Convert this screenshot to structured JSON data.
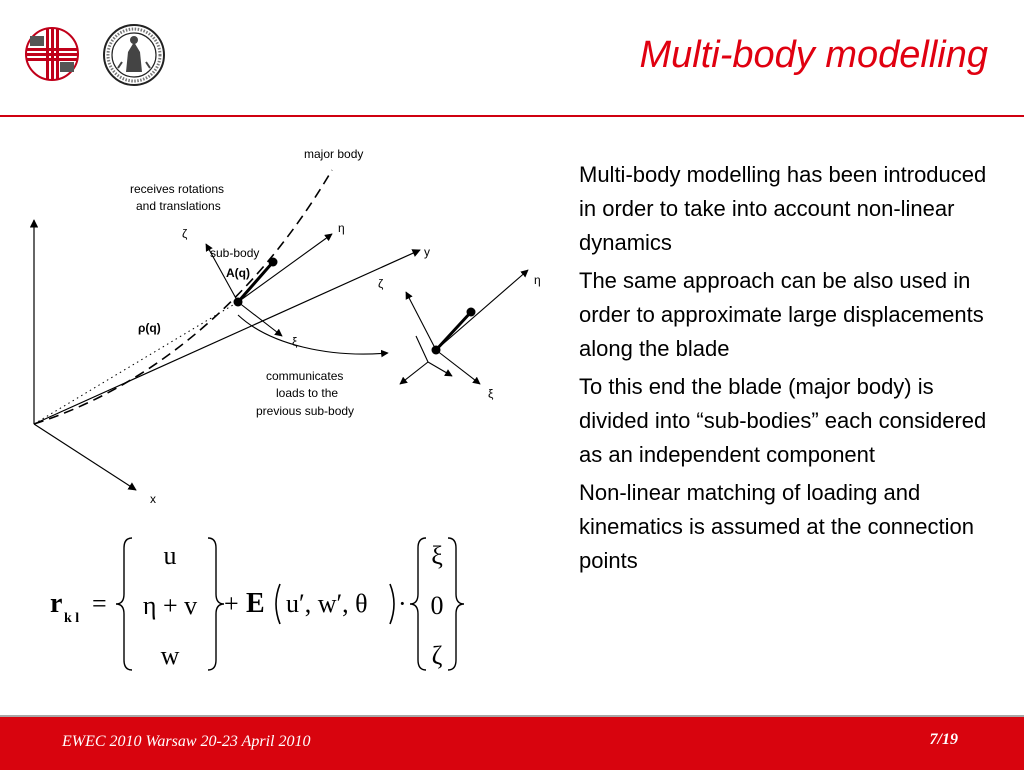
{
  "slide": {
    "title": "Multi-body modelling",
    "bullets": [
      "Multi-body modelling has been introduced in order to take into account non-linear dynamics",
      "The same approach can be also used in order to approximate large displacements along the blade",
      "To this end the blade (major body) is divided into “sub-bodies” each considered as an independent component",
      "Non-linear matching of loading and kinematics is assumed at the connection points"
    ]
  },
  "diagram": {
    "labels": {
      "major_body": "major body",
      "receives_1": "receives rotations",
      "receives_2": "and translations",
      "zeta_1": "ζ",
      "eta_1": "η",
      "sub_body": "sub-body",
      "a_q": "A(q)",
      "y_axis": "y",
      "zeta_2": "ζ",
      "eta_2": "η",
      "rho_q": "ρ(q)",
      "xi_1": "ξ",
      "communicates_1": "communicates",
      "communicates_2": "loads to the",
      "communicates_3": "previous sub-body",
      "xi_2": "ξ",
      "x_axis": "x"
    }
  },
  "equation": {
    "lhs_symbol": "r",
    "lhs_subscript": "k l",
    "equals": "=",
    "vector1": [
      "u",
      "η + v",
      "w"
    ],
    "plus": "+",
    "matrix_symbol": "E",
    "args": "u′, w′, θ",
    "dot": "·",
    "vector2": [
      "ξ",
      "0",
      "ζ"
    ]
  },
  "footer": {
    "event": "EWEC 2010 Warsaw 20-23 April 2010",
    "page": "7/19"
  },
  "colors": {
    "accent": "#e00010",
    "footer_bg": "#d8040e",
    "footer_text": "#ffffff"
  }
}
